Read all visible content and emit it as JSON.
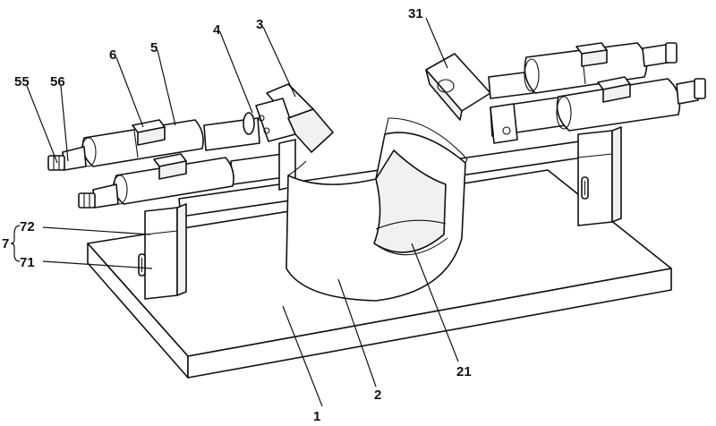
{
  "labels": {
    "l1": "1",
    "l2": "2",
    "l21": "21",
    "l3": "3",
    "l31": "31",
    "l4": "4",
    "l5": "5",
    "l6": "6",
    "l55": "55",
    "l56": "56",
    "l7": "7",
    "l71": "71",
    "l72": "72"
  }
}
